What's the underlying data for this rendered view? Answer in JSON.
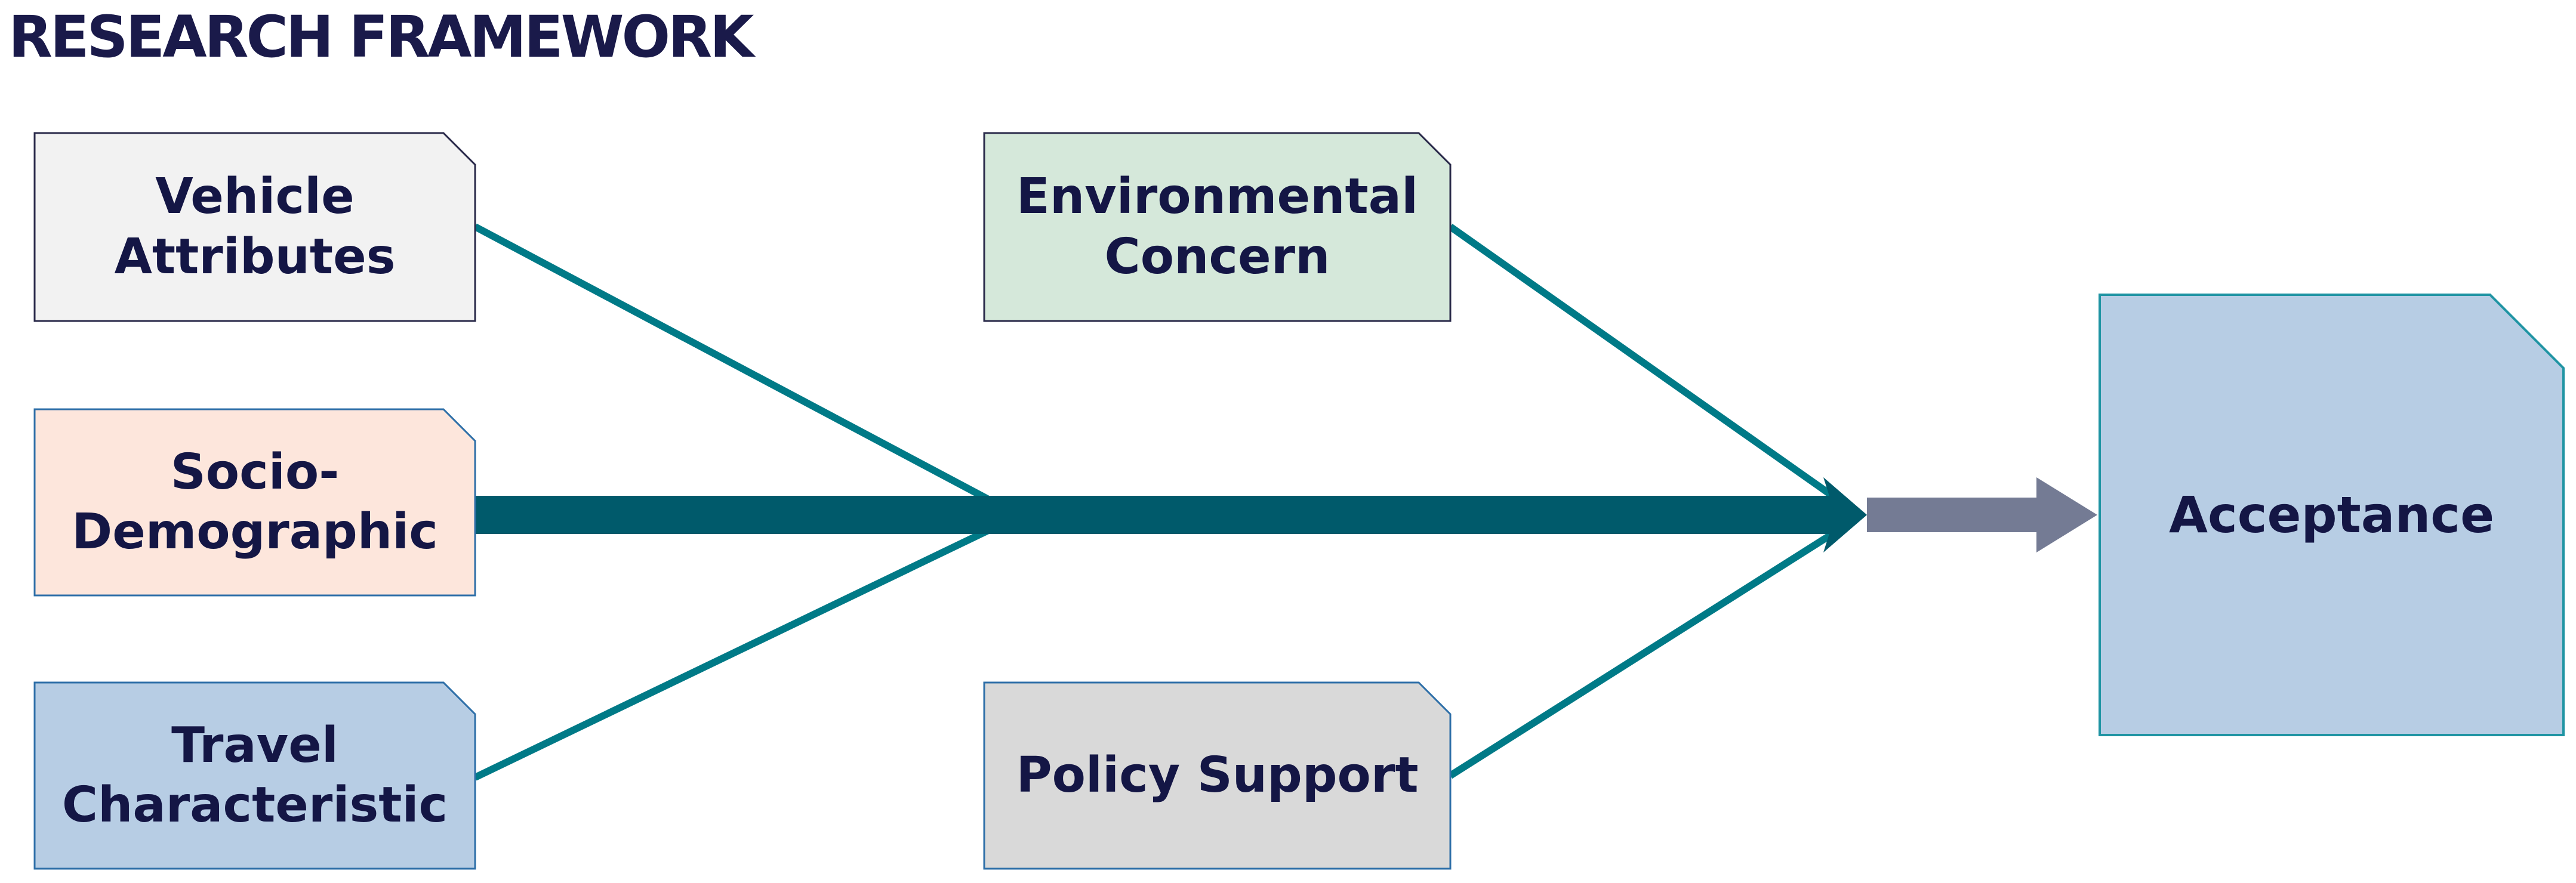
{
  "title": "RESEARCH FRAMEWORK",
  "nodes": {
    "vehicle_attributes": "Vehicle Attributes",
    "socio_demographic": "Socio- Demographic",
    "travel_characteristic": "Travel Characteristic",
    "environmental_concern": "Environmental Concern",
    "policy_support": "Policy Support",
    "acceptance": "Acceptance"
  },
  "colors": {
    "title_text": "#1a1a4a",
    "node_text": "#141645",
    "connector_line": "#007a87",
    "main_arrow": "#005a6b",
    "final_arrow": "#747b94",
    "vehicle_fill": "#f2f2f2",
    "socio_fill": "#fde6dc",
    "travel_fill": "#b7cde4",
    "environmental_fill": "#d5e8da",
    "policy_fill": "#d9d9d9",
    "acceptance_fill": "#b7cde4"
  }
}
